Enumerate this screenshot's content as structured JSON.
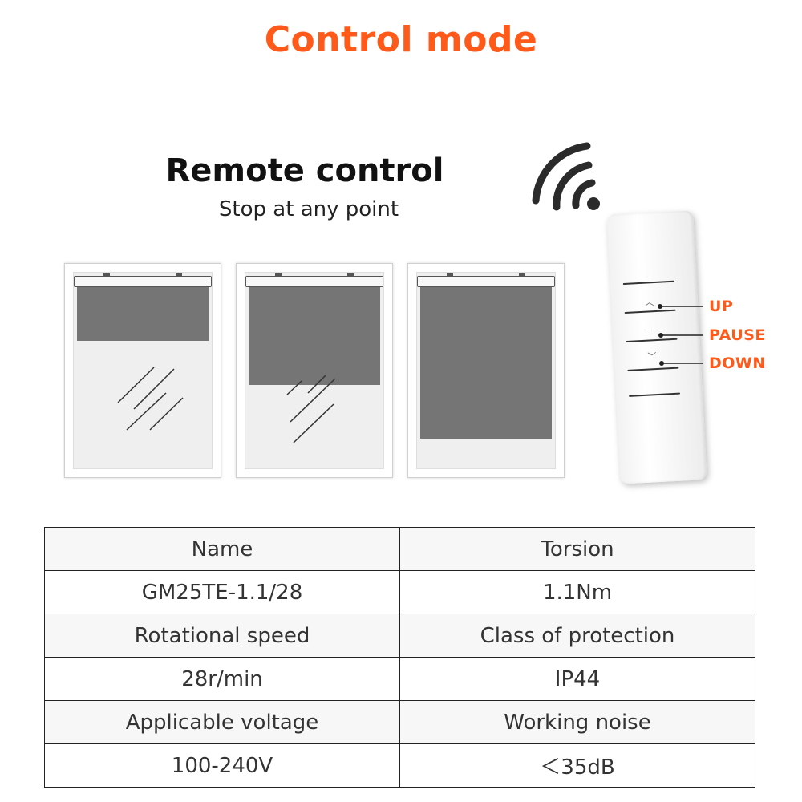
{
  "title": "Control mode",
  "heading": "Remote control",
  "subheading": "Stop at any point",
  "remote": {
    "buttons": [
      {
        "label": "UP"
      },
      {
        "label": "PAUSE"
      },
      {
        "label": "DOWN"
      }
    ]
  },
  "windows": [
    {
      "shade_level": 0.3
    },
    {
      "shade_level": 0.55
    },
    {
      "shade_level": 0.85
    }
  ],
  "specs": {
    "rows": [
      {
        "left": "Name",
        "right": "Torsion"
      },
      {
        "left": "GM25TE-1.1/28",
        "right": "1.1Nm"
      },
      {
        "left": "Rotational speed",
        "right": "Class of protection"
      },
      {
        "left": "28r/min",
        "right": "IP44"
      },
      {
        "left": "Applicable voltage",
        "right": "Working noise"
      },
      {
        "left": "100-240V",
        "right": "＜35dB"
      }
    ]
  },
  "colors": {
    "accent": "#ff5a1a",
    "shade": "#757575"
  }
}
